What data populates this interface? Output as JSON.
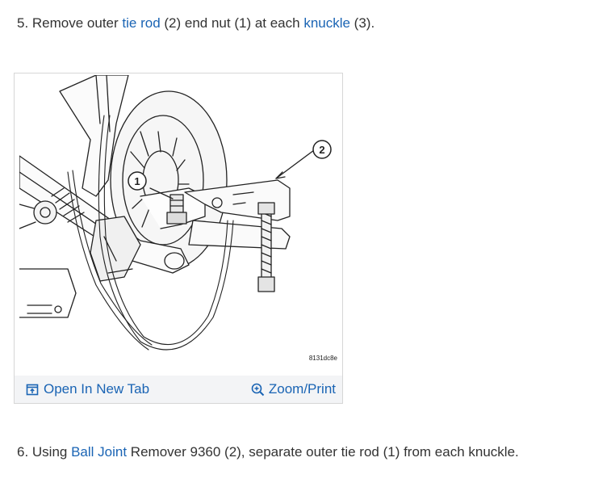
{
  "step5": {
    "prefix": "5. Remove outer ",
    "link1": "tie rod",
    "middle": " (2) end nut (1) at each ",
    "link2": "knuckle",
    "suffix": " (3)."
  },
  "figure": {
    "callout_1": "1",
    "callout_2": "2",
    "image_code": "8131dc8e",
    "open_tab_label": "Open In New Tab",
    "zoom_label": "Zoom/Print"
  },
  "step6": {
    "prefix": "6. Using ",
    "link1": "Ball Joint",
    "suffix": " Remover 9360 (2), separate outer tie rod (1) from each knuckle."
  },
  "colors": {
    "text": "#333333",
    "link": "#1a64b4",
    "toolbar_bg": "#f3f4f6",
    "border": "#d6d6d6"
  },
  "icons": {
    "open_tab": "open-new-tab-icon",
    "zoom": "zoom-in-icon"
  }
}
